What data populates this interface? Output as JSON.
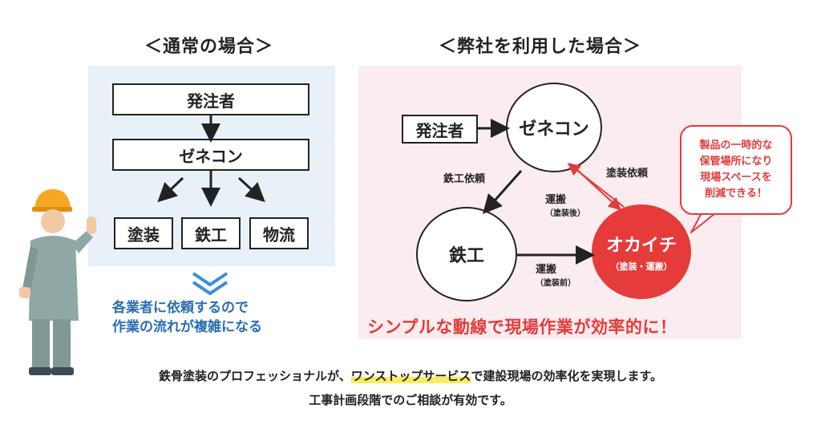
{
  "left": {
    "title": "＜通常の場合＞",
    "top_box": "発注者",
    "mid_box": "ゼネコン",
    "bottom_boxes": [
      "塗装",
      "鉄工",
      "物流"
    ],
    "note_line1": "各業者に依頼するので",
    "note_line2": "作業の流れが複雑になる"
  },
  "right": {
    "title": "＜弊社を利用した場合＞",
    "client_box": "発注者",
    "gc_circle": "ゼネコン",
    "steel_circle": "鉄工",
    "okachi_circle": "オカイチ",
    "okachi_sub": "（塗装・運搬）",
    "label_steel_order": "鉄工依頼",
    "label_paint_order": "塗装依頼",
    "label_transport1": "運搬",
    "label_transport1_sub": "（塗装後）",
    "label_transport2": "運搬",
    "label_transport2_sub": "（塗装前）",
    "callout_line1": "製品の一時的な",
    "callout_line2": "保管場所になり",
    "callout_line3": "現場スペースを",
    "callout_line4": "削減できる！",
    "slogan": "シンプルな動線で現場作業が効率的に！"
  },
  "footer": {
    "line1_pre": "鉄骨塗装のプロフェッショナルが、",
    "line1_highlight": "ワンストップサービス",
    "line1_post": "で建設現場の効率化を実現します。",
    "line2": "工事計画段階でのご相談が有効です。"
  },
  "colors": {
    "accent_red": "#e53b3b",
    "accent_blue": "#2a6eb3",
    "highlight": "#f8ec5b"
  }
}
